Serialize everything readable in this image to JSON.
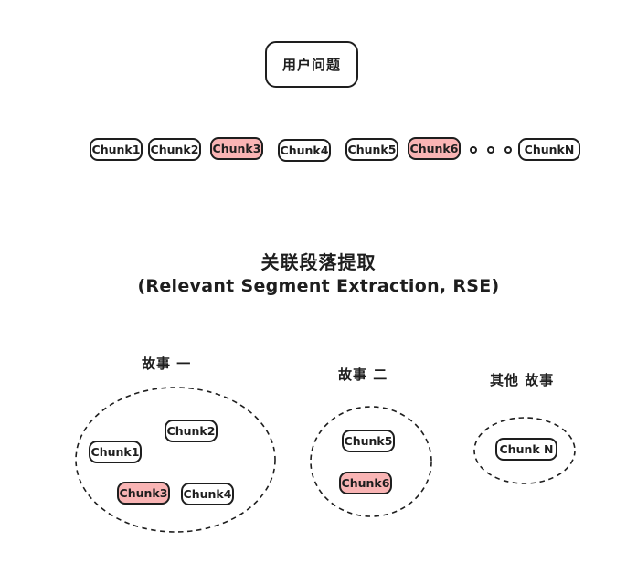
{
  "query_box": {
    "label": "用户问题"
  },
  "chunks_row": [
    {
      "label": "Chunk1",
      "highlighted": false
    },
    {
      "label": "Chunk2",
      "highlighted": false
    },
    {
      "label": "Chunk3",
      "highlighted": true
    },
    {
      "label": "Chunk4",
      "highlighted": false
    },
    {
      "label": "Chunk5",
      "highlighted": false
    },
    {
      "label": "Chunk6",
      "highlighted": true
    },
    {
      "label": "ChunkN",
      "highlighted": false
    }
  ],
  "ellipsis": "...",
  "title": {
    "zh": "关联段落提取",
    "en": "(Relevant Segment Extraction, RSE)"
  },
  "groups": [
    {
      "label": "故事 一",
      "chunks": [
        {
          "label": "Chunk2",
          "highlighted": false
        },
        {
          "label": "Chunk1",
          "highlighted": false
        },
        {
          "label": "Chunk3",
          "highlighted": true
        },
        {
          "label": "Chunk4",
          "highlighted": false
        }
      ]
    },
    {
      "label": "故事 二",
      "chunks": [
        {
          "label": "Chunk5",
          "highlighted": false
        },
        {
          "label": "Chunk6",
          "highlighted": true
        }
      ]
    },
    {
      "label": "其他 故事",
      "chunks": [
        {
          "label": "Chunk N",
          "highlighted": false
        }
      ]
    }
  ],
  "colors": {
    "stroke": "#1e1e1e",
    "highlight_fill": "#f9b4b4",
    "background": "#ffffff"
  }
}
